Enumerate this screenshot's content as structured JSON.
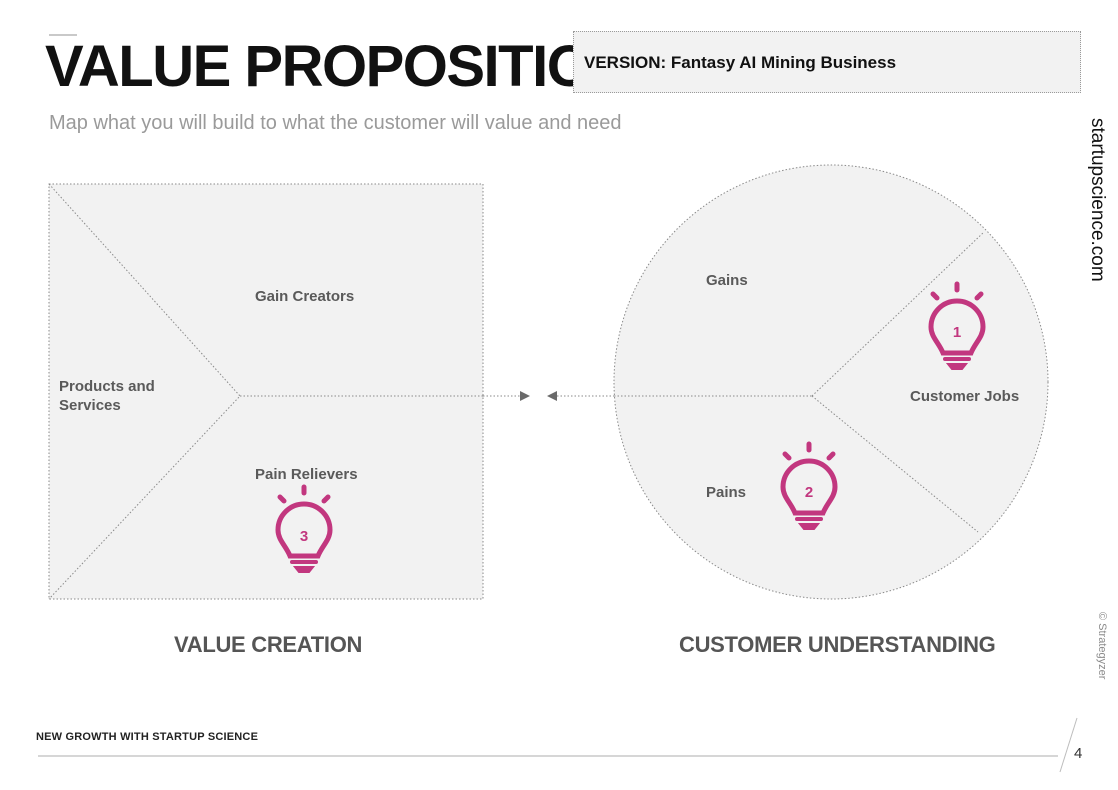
{
  "header": {
    "title": "VALUE PROPOSITION",
    "version_label": "VERSION: Fantasy AI Mining Business",
    "subtitle": "Map what you will build to what the customer will value and need"
  },
  "side": {
    "brand": "startupscience.com",
    "copyright": "© Strategyzer"
  },
  "value_map": {
    "products_and_services": [
      "Products and",
      "Services"
    ],
    "gain_creators": "Gain Creators",
    "pain_relievers": "Pain Relievers",
    "pain_relievers_badge": "3"
  },
  "customer_profile": {
    "gains": "Gains",
    "pains": "Pains",
    "pains_badge": "2",
    "customer_jobs": "Customer Jobs",
    "customer_jobs_badge": "1"
  },
  "sections": {
    "value_creation": "VALUE CREATION",
    "customer_understanding": "CUSTOMER UNDERSTANDING"
  },
  "footer": {
    "text": "NEW GROWTH WITH STARTUP SCIENCE",
    "page_number": "4"
  },
  "colors": {
    "accent": "#c2377f",
    "panel": "#f2f2f2"
  }
}
